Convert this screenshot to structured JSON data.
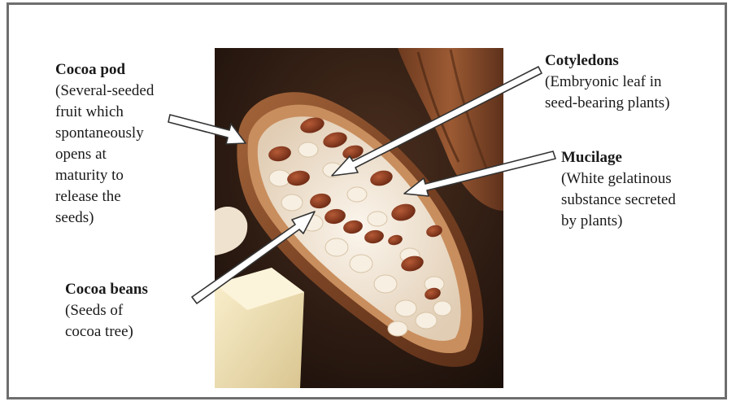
{
  "labels": {
    "cocoa_pod": {
      "title": "Cocoa pod",
      "description": "(Several-seeded\nfruit which\nspontaneously\nopens at\nmaturity to\nrelease the\nseeds)"
    },
    "cotyledons": {
      "title": "Cotyledons",
      "description": "(Embryonic leaf in\nseed-bearing plants)"
    },
    "mucilage": {
      "title": "Mucilage",
      "description": "(White gelatinous\nsubstance secreted\nby plants)"
    },
    "cocoa_beans": {
      "title": "Cocoa beans",
      "description": "(Seeds of\ncocoa tree)"
    }
  },
  "colors": {
    "frame_border": "#6e6e6e",
    "background_dark": "#2a1a12",
    "pod_shell": "#8a4e2c",
    "pod_rim": "#c98e5e",
    "pulp": "#f1e6d6",
    "bean": "#8e3a1e",
    "chocolate_block": "#f0e3b6",
    "arrow_fill": "#ffffff",
    "arrow_stroke": "#333333"
  }
}
